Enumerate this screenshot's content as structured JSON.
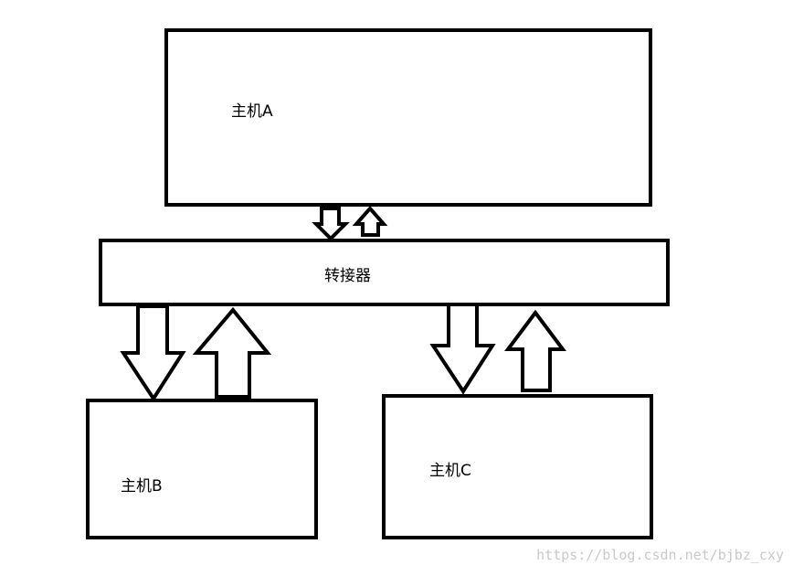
{
  "nodes": {
    "host_a": {
      "label": "主机A"
    },
    "adapter": {
      "label": "转接器"
    },
    "host_b": {
      "label": "主机B"
    },
    "host_c": {
      "label": "主机C"
    }
  },
  "arrows": [
    {
      "from": "host_a",
      "to": "adapter",
      "direction": "down"
    },
    {
      "from": "adapter",
      "to": "host_a",
      "direction": "up"
    },
    {
      "from": "adapter",
      "to": "host_b",
      "direction": "down"
    },
    {
      "from": "host_b",
      "to": "adapter",
      "direction": "up"
    },
    {
      "from": "adapter",
      "to": "host_c",
      "direction": "down"
    },
    {
      "from": "host_c",
      "to": "adapter",
      "direction": "up"
    }
  ],
  "watermark": "https://blog.csdn.net/bjbz_cxy"
}
